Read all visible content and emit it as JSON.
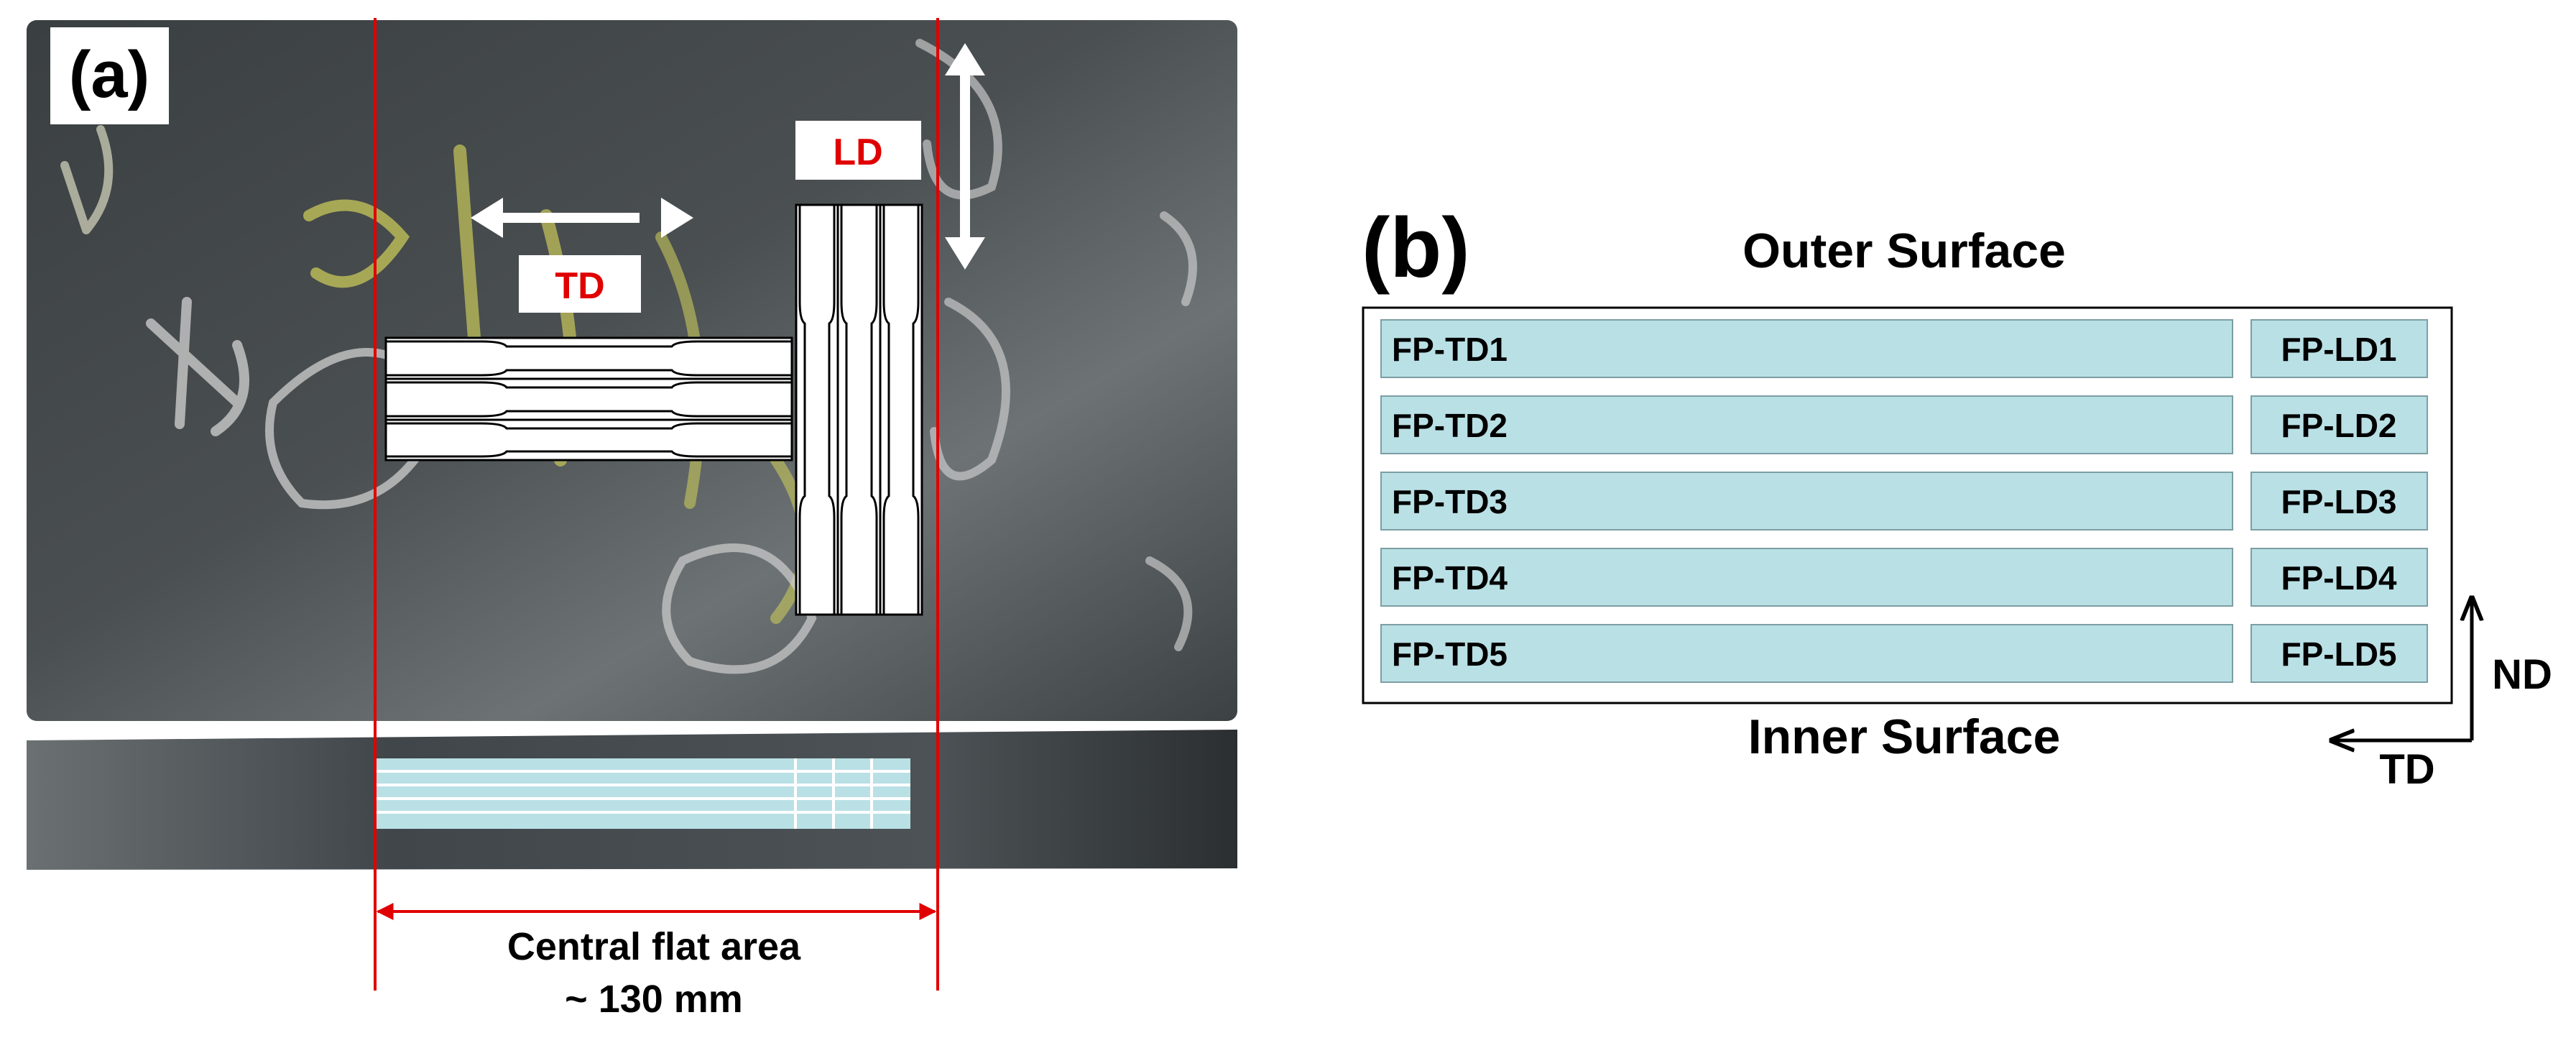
{
  "panel_a": {
    "label": "(a)",
    "td_label": "TD",
    "ld_label": "LD",
    "annotation_line1": "Central flat area",
    "annotation_line2": "~ 130 mm"
  },
  "panel_b": {
    "label": "(b)",
    "outer_surface": "Outer Surface",
    "inner_surface": "Inner Surface",
    "td_specimens": [
      "FP-TD1",
      "FP-TD2",
      "FP-TD3",
      "FP-TD4",
      "FP-TD5"
    ],
    "ld_specimens": [
      "FP-LD1",
      "FP-LD2",
      "FP-LD3",
      "FP-LD4",
      "FP-LD5"
    ],
    "axis_nd": "ND",
    "axis_td": "TD"
  },
  "colors": {
    "red_accent": "#e00000",
    "specimen_fill": "#b9e0e5",
    "plate_dark": "#3b3f40"
  }
}
